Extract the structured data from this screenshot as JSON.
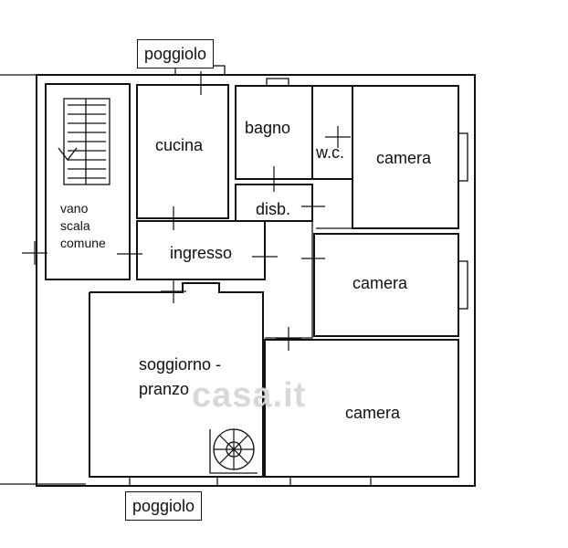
{
  "labels": {
    "poggiolo_top": "poggiolo",
    "poggiolo_bottom": "poggiolo",
    "cucina": "cucina",
    "bagno": "bagno",
    "wc": "w.c.",
    "camera_top": "camera",
    "disb": "disb.",
    "vano_line1": "vano",
    "vano_line2": "scala",
    "vano_line3": "comune",
    "ingresso": "ingresso",
    "camera_middle": "camera",
    "soggiorno_line1": "soggiorno -",
    "soggiorno_line2": "pranzo",
    "camera_bottom": "camera"
  },
  "watermark": {
    "text": "casa.it"
  }
}
